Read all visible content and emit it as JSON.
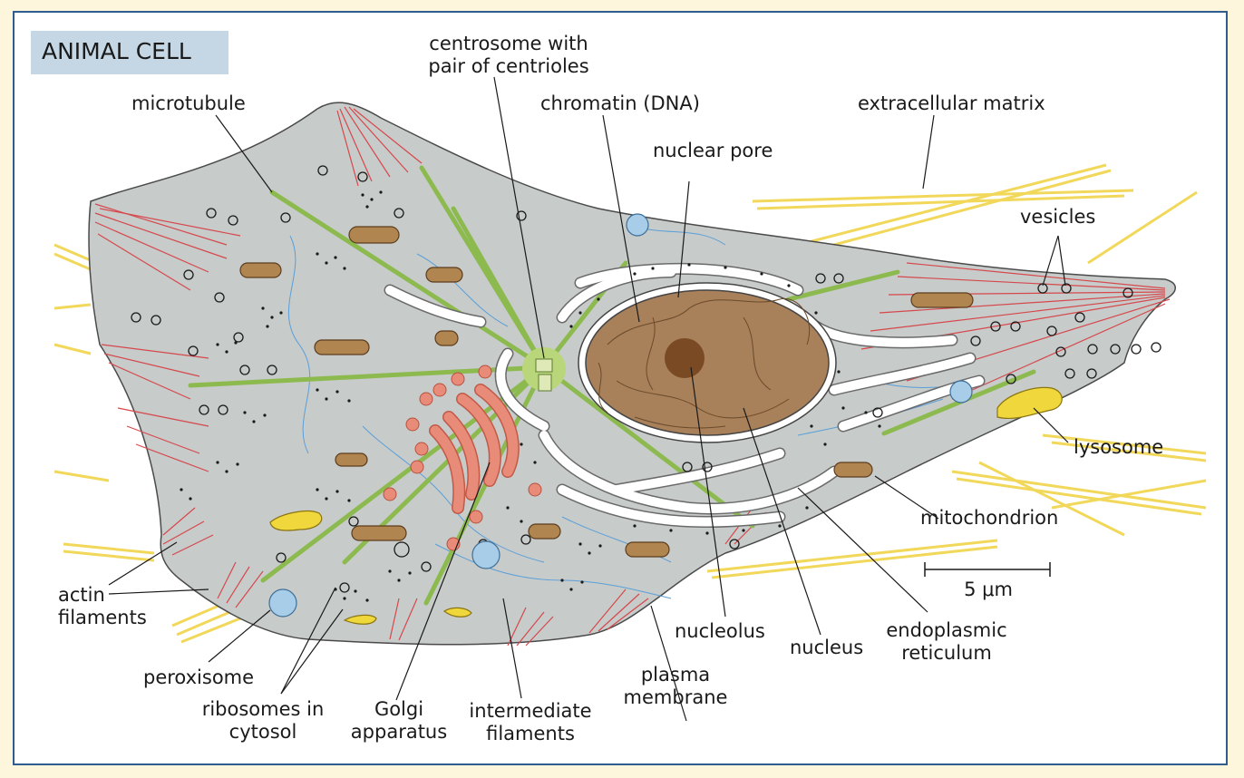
{
  "title": "ANIMAL CELL",
  "colors": {
    "frame": "#2f5b8f",
    "background": "#fdf6dc",
    "title_box": "#c5d7e4",
    "cytoplasm": "#c7cbca",
    "nucleus": "#a8805a",
    "microtubule": "#8dba4f",
    "actin": "#d6484c",
    "golgi": "#e88b78",
    "extracellular_matrix": "#f2d85a",
    "peroxisome": "#a8cde8",
    "lysosome": "#f0d83c",
    "mitochondrion": "#a47a45"
  },
  "labels": {
    "microtubule": "microtubule",
    "centrosome": "centrosome with\npair of centrioles",
    "chromatin": "chromatin (DNA)",
    "nuclear_pore": "nuclear pore",
    "extracellular_matrix": "extracellular matrix",
    "vesicles": "vesicles",
    "lysosome": "lysosome",
    "mitochondrion": "mitochondrion",
    "actin_filaments": "actin\nfilaments",
    "peroxisome": "peroxisome",
    "ribosomes": "ribosomes in\ncytosol",
    "golgi": "Golgi\napparatus",
    "intermediate_filaments": "intermediate\nfilaments",
    "plasma_membrane": "plasma\nmembrane",
    "nucleolus": "nucleolus",
    "nucleus": "nucleus",
    "endoplasmic_reticulum": "endoplasmic\nreticulum"
  },
  "scale_bar": {
    "label": "5 μm"
  }
}
